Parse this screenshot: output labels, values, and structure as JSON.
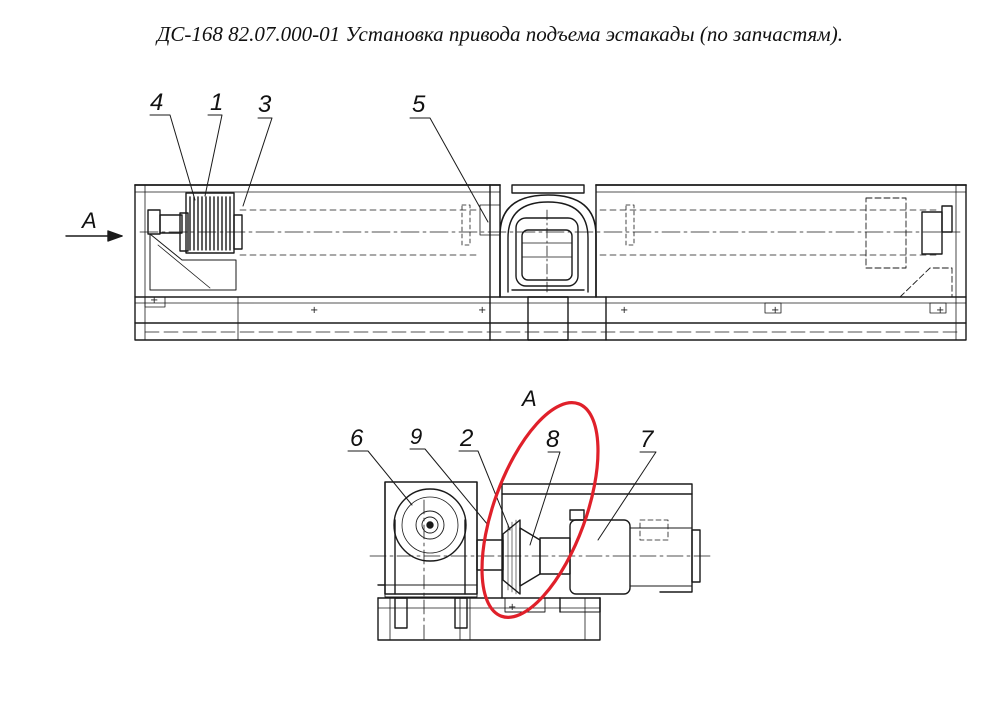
{
  "title": "ДС-168 82.07.000-01  Установка привода подъема эстакады (по запчастям).",
  "views": {
    "side_view": {
      "arrow_label": "А",
      "callouts": [
        "4",
        "1",
        "3",
        "5"
      ]
    },
    "view_a": {
      "label": "А",
      "callouts": [
        "6",
        "9",
        "2",
        "8",
        "7"
      ]
    }
  },
  "highlight": {
    "target_callout": "8",
    "color": "#e0202a",
    "shape": "ellipse"
  },
  "colors": {
    "line": "#1a1a1a"
  }
}
